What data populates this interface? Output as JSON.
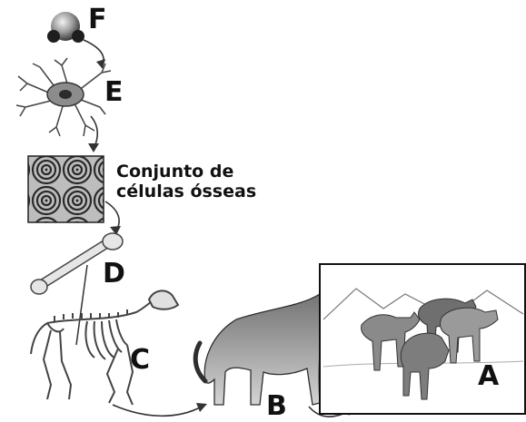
{
  "labels": {
    "F": "F",
    "E": "E",
    "D": "D",
    "C": "C",
    "B": "B",
    "A": "A"
  },
  "bone_tissue_caption": {
    "line1": "Conjunto de",
    "line2": "células ósseas"
  }
}
